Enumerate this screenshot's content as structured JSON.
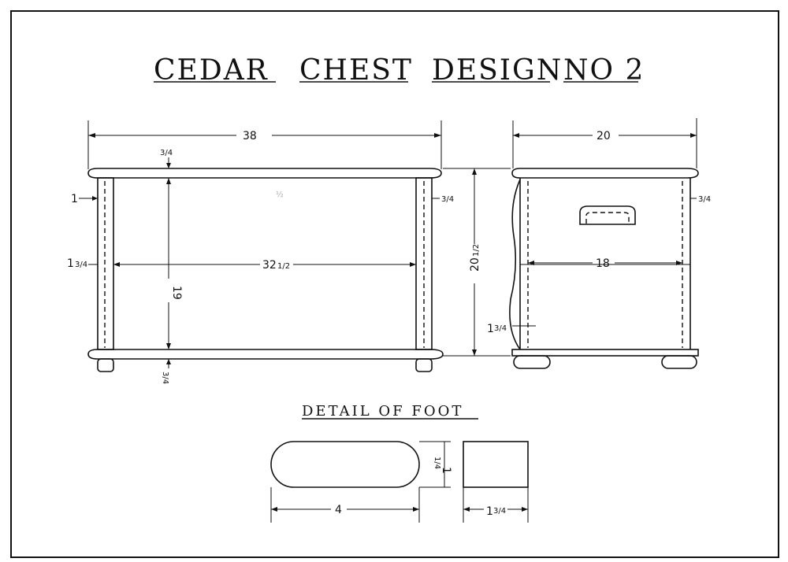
{
  "title": {
    "word1": "CEDAR",
    "word2": "CHEST",
    "word3": "DESIGN",
    "word4": "NO 2"
  },
  "front_view": {
    "overall_width": "38",
    "inner_width": "32",
    "inner_width_frac": "1/2",
    "height": "19",
    "top_thickness": "3/4",
    "bottom_thickness": "3/4",
    "leg_width_left": "1",
    "leg_depth_left": "1",
    "leg_depth_left_frac": "3/4",
    "leg_right": "3/4",
    "faint_mark": "½"
  },
  "side_view": {
    "overall_depth": "20",
    "inner_depth": "18",
    "overall_height": "20",
    "overall_height_frac": "1/2",
    "right_thickness": "3/4",
    "left_thickness": "1",
    "left_thickness_frac": "3/4"
  },
  "foot_detail": {
    "heading": "DETAIL OF FOOT",
    "length": "4",
    "height": "1",
    "height_frac": "1/4",
    "width": "1",
    "width_frac": "3/4"
  }
}
